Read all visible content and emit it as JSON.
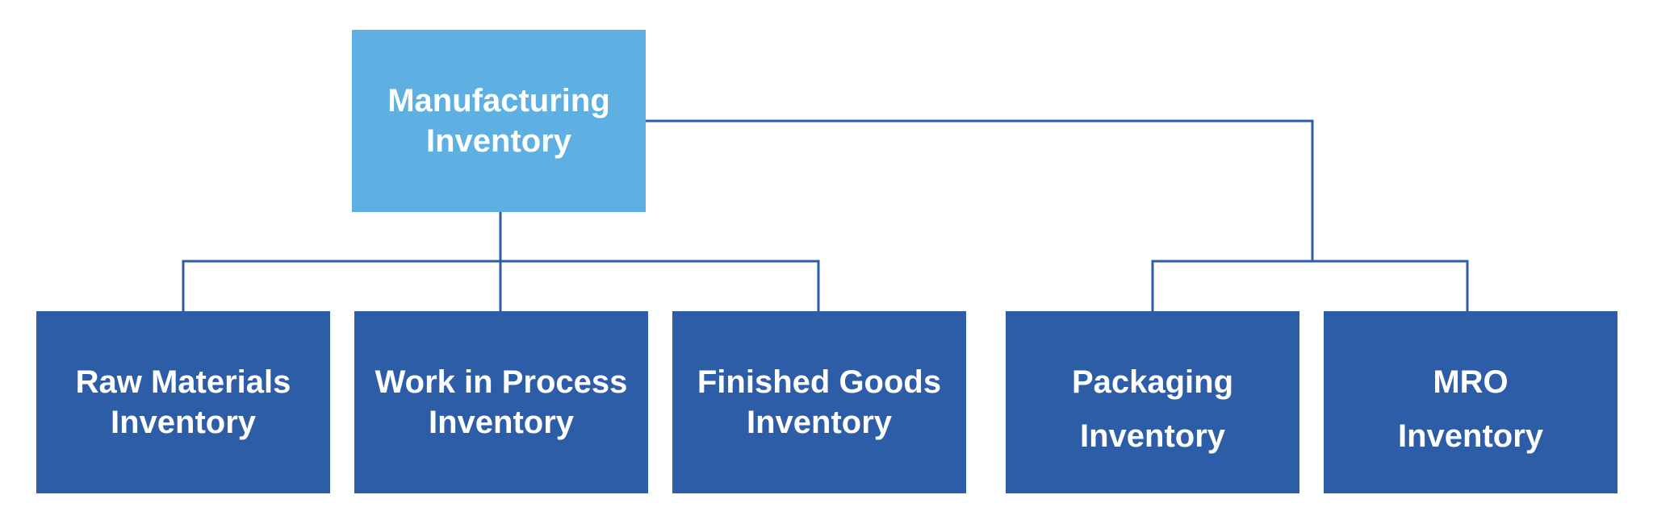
{
  "colors": {
    "root_fill": "#5eafe2",
    "child_fill": "#2c5da6",
    "connector": "#2c5da6",
    "text": "#ffffff"
  },
  "root": {
    "label_line1": "Manufacturing",
    "label_line2": "Inventory"
  },
  "children": [
    {
      "label_line1": "Raw Materials",
      "label_line2": "Inventory"
    },
    {
      "label_line1": "Work in Process",
      "label_line2": "Inventory"
    },
    {
      "label_line1": "Finished Goods",
      "label_line2": "Inventory"
    },
    {
      "label_line1": "Packaging",
      "label_line2": "Inventory"
    },
    {
      "label_line1": "MRO",
      "label_line2": "Inventory"
    }
  ]
}
